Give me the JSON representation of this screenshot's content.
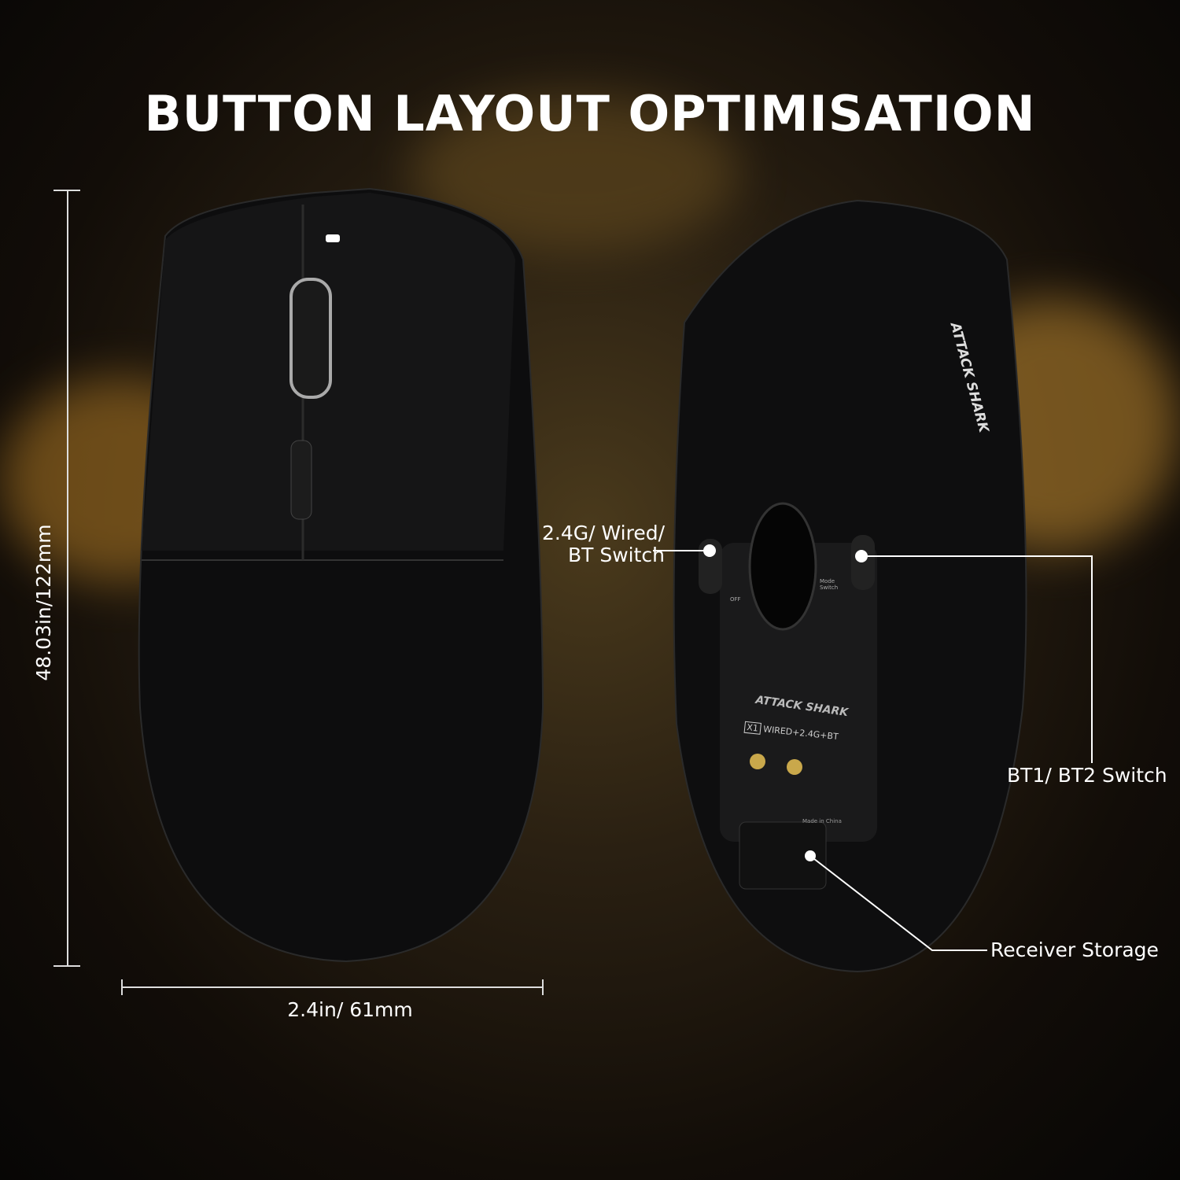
{
  "title": "BUTTON LAYOUT OPTIMISATION",
  "dimensions": {
    "height": "48.03in/122mm",
    "width": "2.4in/ 61mm"
  },
  "callouts": {
    "mode_switch": "2.4G/ Wired/\nBT Switch",
    "bt_switch": "BT1/ BT2 Switch",
    "receiver": "Receiver Storage"
  },
  "product_markings": {
    "brand": "ATTACK SHARK",
    "model": "X1",
    "connectivity": "WIRED+2.4G+BT",
    "switch_off": "OFF",
    "mode_switch": "Mode Switch",
    "origin": "Made in China"
  },
  "colors": {
    "accent": "#d9a441",
    "text": "#ffffff"
  }
}
